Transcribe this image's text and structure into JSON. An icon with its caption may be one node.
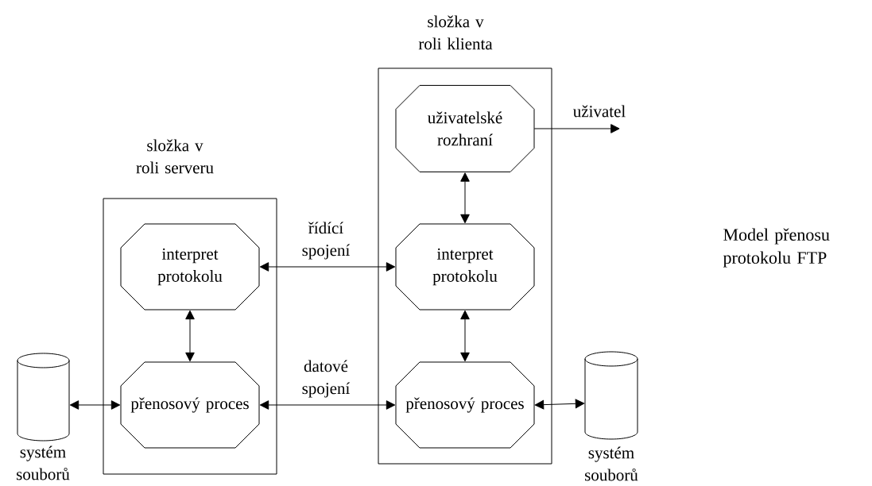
{
  "diagram": {
    "title": "Model přenosu protokolu FTP",
    "nodes": [
      {
        "text": [
          "složka v roli serveru"
        ]
      },
      {
        "text": [
          "interpret protokolu"
        ],
        "in": 0
      },
      {
        "text": [
          "přenosový proces"
        ],
        "in": 0
      },
      {
        "text": [
          "složka v roli klienta"
        ]
      },
      {
        "text": [
          "uživatelské rozhraní"
        ],
        "in": 3
      },
      {
        "text": [
          "interpret protokolu"
        ],
        "in": 3
      },
      {
        "text": [
          "přenosový proces"
        ],
        "in": 3
      },
      {
        "text": [
          "systém souborů"
        ]
      },
      {
        "text": [
          "systém souborů"
        ]
      }
    ],
    "edges": [
      {
        "from": 1,
        "to": 2,
        "arrow": "both"
      },
      {
        "from": 4,
        "to": 5,
        "arrow": "both"
      },
      {
        "from": 5,
        "to": 6,
        "arrow": "both"
      },
      {
        "from": 1,
        "to": 5,
        "arrow": "both",
        "label": "řídící spojení"
      },
      {
        "from": 2,
        "to": 6,
        "arrow": "both",
        "label": "datové spojení"
      },
      {
        "from": 7,
        "to": 2,
        "arrow": "both"
      },
      {
        "from": 6,
        "to": 8,
        "arrow": "both"
      },
      {
        "from": 4,
        "to": null,
        "arrow": "to",
        "label": "uživatel"
      }
    ]
  }
}
